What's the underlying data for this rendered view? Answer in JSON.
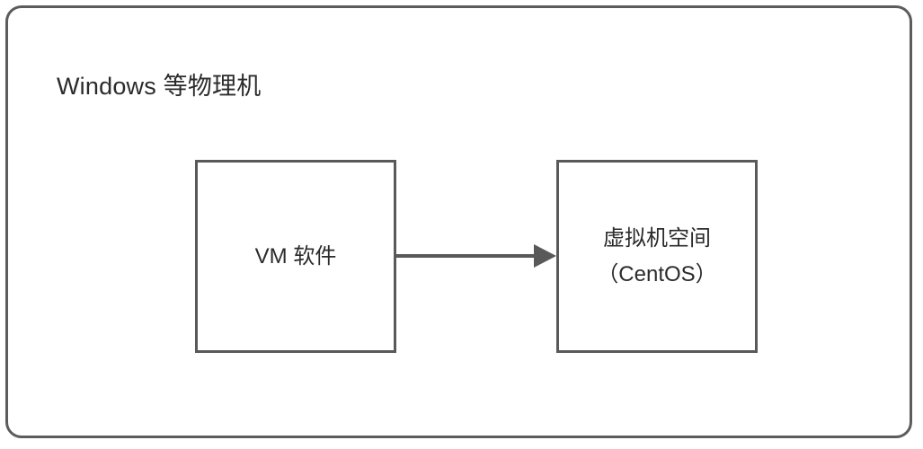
{
  "diagram": {
    "type": "block-diagram",
    "background_color": "#ffffff",
    "stroke_color": "#5c5c5c",
    "text_color": "#2b2b2b",
    "host": {
      "title": "Windows 等物理机"
    },
    "nodes": [
      {
        "id": "vm-software",
        "lines": [
          "VM 软件"
        ]
      },
      {
        "id": "guest-space",
        "lines": [
          "虚拟机空间",
          "（CentOS）"
        ]
      }
    ],
    "connector": {
      "from": "vm-software",
      "to": "guest-space",
      "style": "solid-arrow",
      "label": ""
    }
  }
}
